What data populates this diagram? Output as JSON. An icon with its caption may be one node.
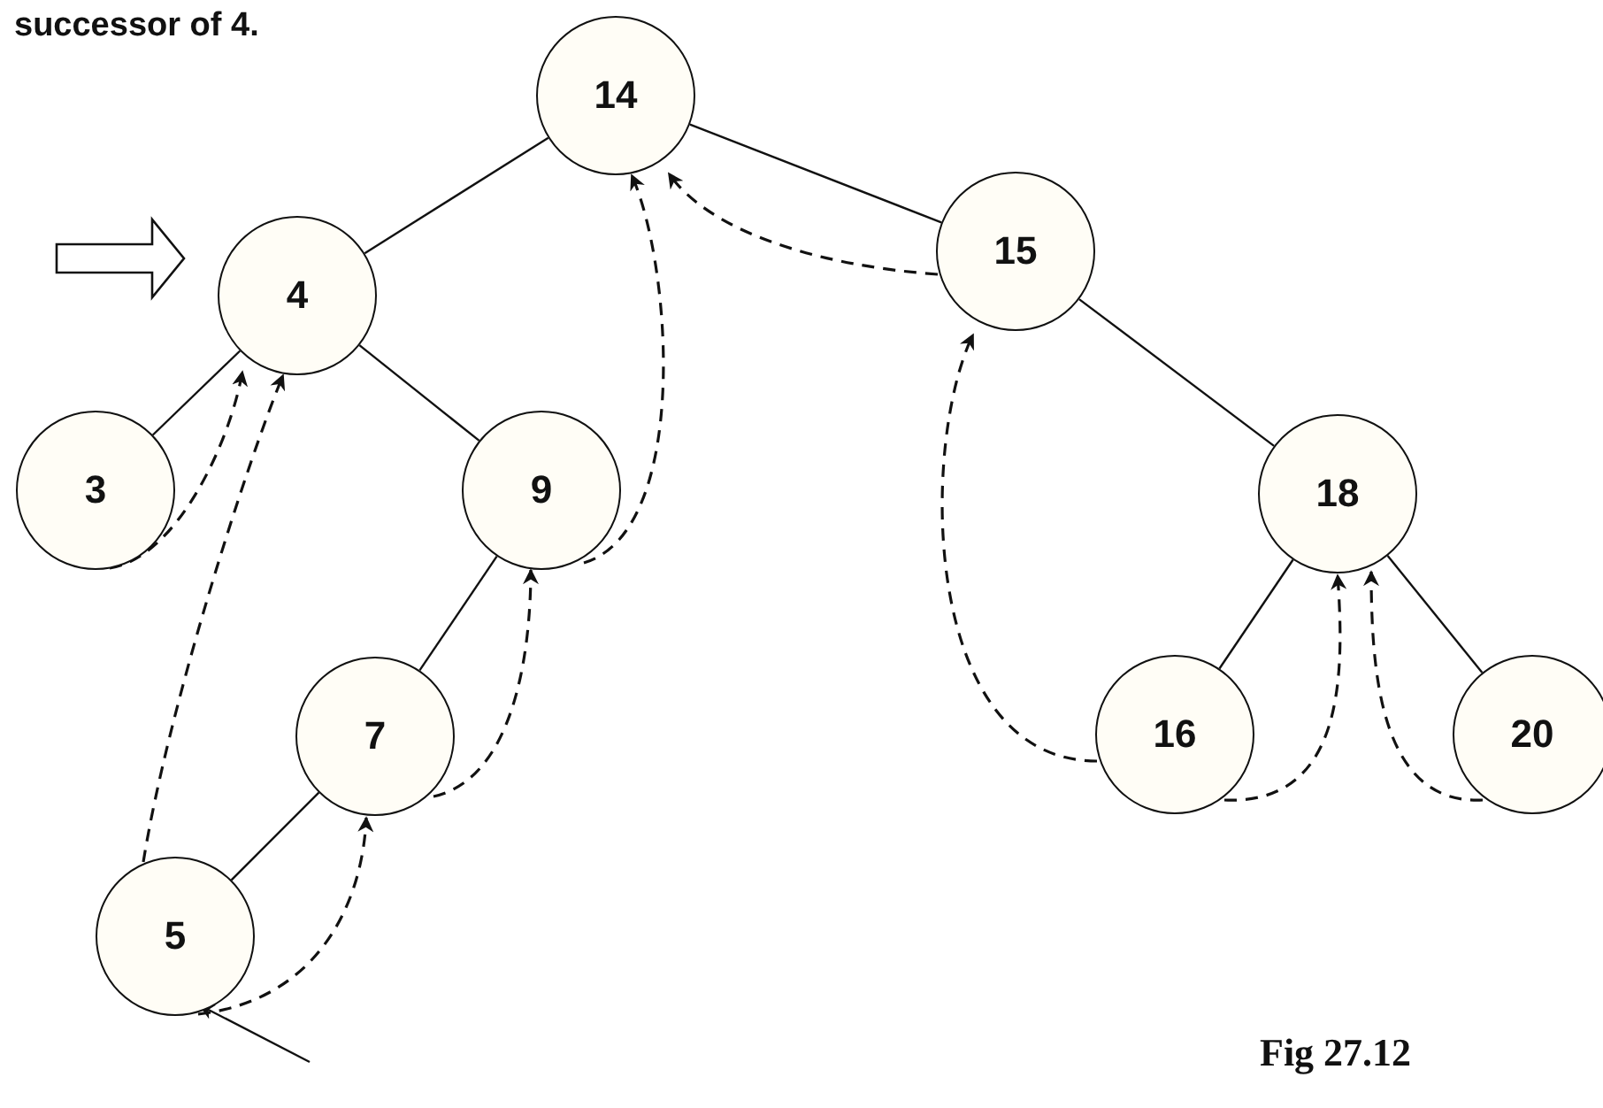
{
  "diagram": {
    "caption": "Fig 27.12",
    "nodes": [
      {
        "text": [
          "14"
        ]
      },
      {
        "text": [
          "4"
        ]
      },
      {
        "text": [
          "15"
        ]
      },
      {
        "text": [
          "3"
        ]
      },
      {
        "text": [
          "9"
        ]
      },
      {
        "text": [
          "18"
        ]
      },
      {
        "text": [
          "7"
        ]
      },
      {
        "text": [
          "16"
        ]
      },
      {
        "text": [
          "20"
        ]
      },
      {
        "text": [
          "5"
        ]
      }
    ],
    "edges": [
      {
        "from": 0,
        "to": 1,
        "arrow": "none"
      },
      {
        "from": 0,
        "to": 2,
        "arrow": "none"
      },
      {
        "from": 1,
        "to": 3,
        "arrow": "none"
      },
      {
        "from": 1,
        "to": 4,
        "arrow": "none"
      },
      {
        "from": 4,
        "to": 6,
        "arrow": "none"
      },
      {
        "from": 6,
        "to": 9,
        "arrow": "none"
      },
      {
        "from": 2,
        "to": 5,
        "arrow": "none"
      },
      {
        "from": 5,
        "to": 7,
        "arrow": "none"
      },
      {
        "from": 5,
        "to": 8,
        "arrow": "none"
      },
      {
        "from": 3,
        "to": 1,
        "arrow": "to",
        "style": "dashed"
      },
      {
        "from": 9,
        "to": 1,
        "arrow": "to",
        "style": "dashed"
      },
      {
        "from": 4,
        "to": 0,
        "arrow": "to",
        "style": "dashed"
      },
      {
        "from": 2,
        "to": 0,
        "arrow": "to",
        "style": "dashed"
      },
      {
        "from": 6,
        "to": 4,
        "arrow": "to",
        "style": "dashed"
      },
      {
        "from": 9,
        "to": 6,
        "arrow": "to",
        "style": "dashed"
      },
      {
        "from": 7,
        "to": 2,
        "arrow": "to",
        "style": "dashed"
      },
      {
        "from": 7,
        "to": 5,
        "arrow": "to",
        "style": "dashed"
      },
      {
        "from": 8,
        "to": 5,
        "arrow": "to",
        "style": "dashed"
      },
      {
        "from": null,
        "to": 1,
        "arrow": "to",
        "style": "thick"
      },
      {
        "from": null,
        "to": 9,
        "arrow": "to"
      }
    ],
    "labels": [
      "successor of 4."
    ]
  }
}
